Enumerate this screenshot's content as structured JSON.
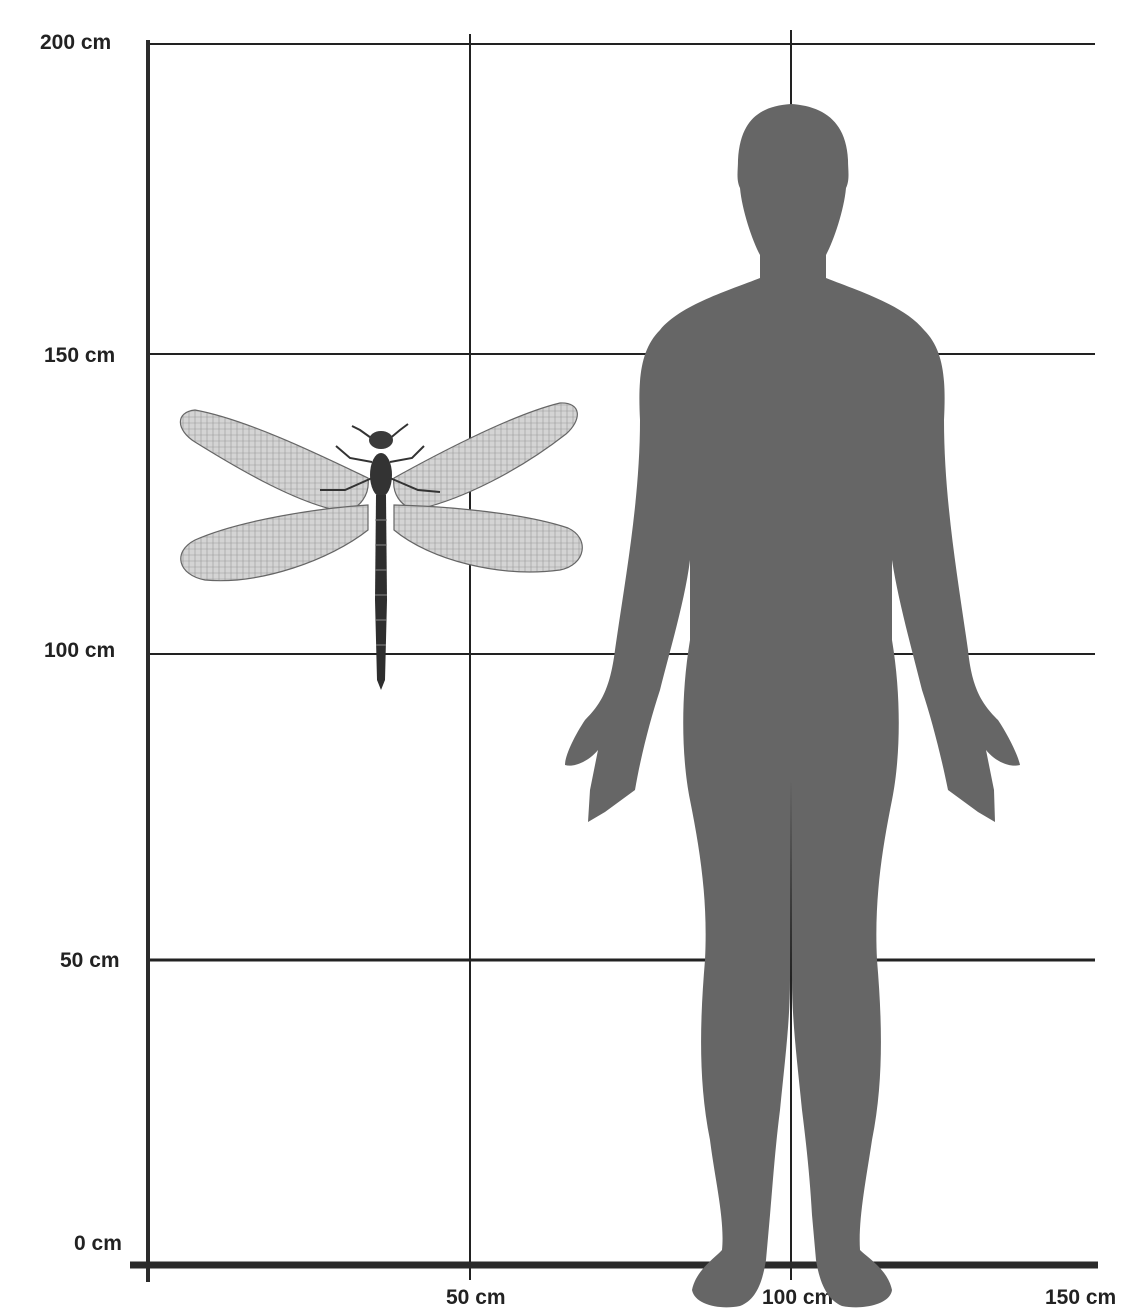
{
  "scale": {
    "y_ticks": [
      {
        "value": 200,
        "label": "200 cm"
      },
      {
        "value": 150,
        "label": "150 cm"
      },
      {
        "value": 100,
        "label": "100 cm"
      },
      {
        "value": 50,
        "label": "50 cm"
      },
      {
        "value": 0,
        "label": "0 cm"
      }
    ],
    "x_ticks": [
      {
        "value": 50,
        "label": "50 cm"
      },
      {
        "value": 100,
        "label": "100 cm"
      },
      {
        "value": 150,
        "label": "150 cm"
      }
    ],
    "unit": "cm"
  },
  "figures": {
    "dragonfly": {
      "icon": "dragonfly-illustration"
    },
    "human": {
      "icon": "human-silhouette",
      "color": "#666666"
    }
  },
  "colors": {
    "grid": "#222222",
    "axis": "#2b2b2b",
    "wing": "#c8c8c8",
    "body": "#333333"
  }
}
